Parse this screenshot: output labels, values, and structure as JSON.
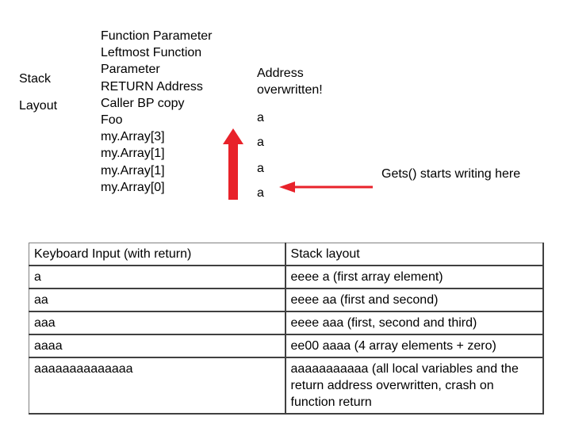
{
  "side_label": [
    "Stack",
    "Layout"
  ],
  "stack_items": [
    "Function Parameter",
    "Leftmost Function",
    "Parameter",
    "RETURN Address",
    "Caller BP  copy",
    "Foo",
    "my.Array[3]",
    "my.Array[1]",
    "my.Array[1]",
    "my.Array[0]"
  ],
  "overwrite_note": [
    "Address",
    "overwritten!"
  ],
  "values": [
    "a",
    "a",
    "a",
    "a"
  ],
  "gets_note": "Gets() starts writing here",
  "colors": {
    "arrow": "#e8222a"
  },
  "table": {
    "headers": [
      "Keyboard Input (with return)",
      "Stack layout"
    ],
    "rows": [
      [
        "a",
        "eeee a (first array element)"
      ],
      [
        "aa",
        "eeee aa (first and second)"
      ],
      [
        "aaa",
        "eeee aaa (first, second and third)"
      ],
      [
        "aaaa",
        "ee00 aaaa (4 array elements + zero)"
      ],
      [
        "aaaaaaaaaaaaaa",
        "aaaaaaaaaaa (all local variables and the return address overwritten, crash on function return"
      ]
    ]
  }
}
